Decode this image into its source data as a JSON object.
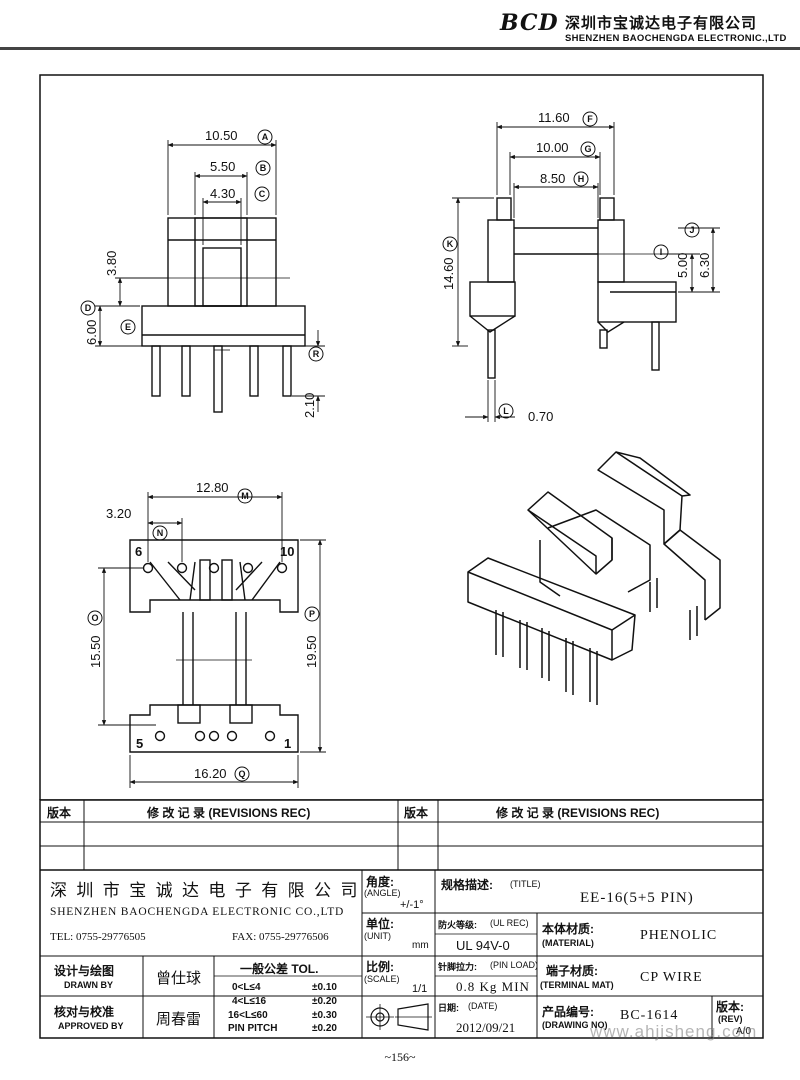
{
  "header": {
    "logo": "BCD",
    "company_cn": "深圳市宝诚达电子有限公司",
    "company_en": "SHENZHEN BAOCHENGDA ELECTRONIC.,LTD"
  },
  "dimensions": {
    "A": "10.50",
    "B": "5.50",
    "C": "4.30",
    "D": "6.00",
    "E": "3.80",
    "R": "2.10",
    "F": "11.60",
    "G": "10.00",
    "H": "8.50",
    "I": "5.00",
    "J": "6.30",
    "K": "14.60",
    "L": "0.70",
    "M": "12.80",
    "N": "3.20",
    "O": "15.50",
    "P": "19.50",
    "Q": "16.20"
  },
  "pins": {
    "p6": "6",
    "p10": "10",
    "p5": "5",
    "p1": "1"
  },
  "revisions": {
    "col_version": "版本",
    "col_record": "修  改  记  录   (REVISIONS REC)"
  },
  "title_block": {
    "company_cn": "深 圳 市 宝 诚 达 电 子 有 限 公 司",
    "company_en": "SHENZHEN BAOCHENGDA ELECTRONIC CO.,LTD",
    "tel": "TEL: 0755-29776505",
    "fax": "FAX: 0755-29776506",
    "angle_label": "角度:",
    "angle_en": "(ANGLE)",
    "angle_value": "+/-1°",
    "unit_label": "单位:",
    "unit_en": "(UNIT)",
    "unit_value": "mm",
    "scale_label": "比例:",
    "scale_en": "(SCALE)",
    "scale_value": "1/1",
    "title_label": "规格描述:",
    "title_en": "(TITLE)",
    "title_value": "EE-16(5+5 PIN)",
    "fire_label": "防火等级:",
    "fire_en": "(UL REC)",
    "fire_value": "UL 94V-0",
    "pin_load_label": "针脚拉力:",
    "pin_load_en": "(PIN LOAD)",
    "pin_load_value": "0.8 Kg MIN",
    "date_label": "日期:",
    "date_en": "(DATE)",
    "date_value": "2012/09/21",
    "material_label": "本体材质:",
    "material_en": "(MATERIAL)",
    "material_value": "PHENOLIC",
    "terminal_label": "端子材质:",
    "terminal_en": "(TERMINAL MAT)",
    "terminal_value": "CP WIRE",
    "drawing_no_label": "产品编号:",
    "drawing_no_en": "(DRAWING NO)",
    "drawing_no_value": "BC-1614",
    "rev_label": "版本:",
    "rev_en": "(REV)",
    "rev_value": "A/0",
    "drawn_label": "设计与绘图",
    "drawn_en": "DRAWN BY",
    "drawn_value": "曾仕球",
    "approved_label": "核对与校准",
    "approved_en": "APPROVED BY",
    "approved_value": "周春雷",
    "tol_title": "一般公差 TOL.",
    "tol_rows": [
      {
        "range": "0<L≤4",
        "tol": "±0.10"
      },
      {
        "range": "4<L≤16",
        "tol": "±0.20"
      },
      {
        "range": "16<L≤60",
        "tol": "±0.30"
      },
      {
        "range": "PIN PITCH",
        "tol": "±0.20"
      }
    ]
  },
  "watermark": "www.ahjisheng.com",
  "page_number": "~156~"
}
